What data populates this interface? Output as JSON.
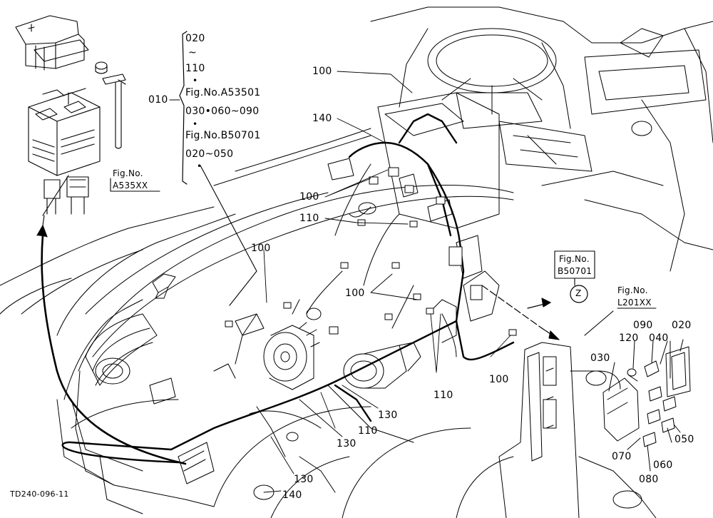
{
  "callouts": {
    "code_010": "010",
    "code_020a": "020",
    "tilde": "~",
    "code_110a": "110",
    "dot1": "•",
    "fig_a53501": "Fig.No.A53501",
    "seq1": "030•060~090",
    "dot2": "•",
    "fig_b50701": "Fig.No.B50701",
    "seq2": "020~050",
    "fig_a535_label": "Fig.No.",
    "fig_a535_code": "A535XX",
    "fig_z_label": "Fig.No.",
    "fig_z_code": "B50701",
    "z_mark": "Z",
    "fig_l201_label": "Fig.No.",
    "fig_l201_code": "L201XX"
  },
  "parts": {
    "p100_top": "100",
    "p140_top": "140",
    "p100_mid": "100",
    "p110_mid": "110",
    "p100_left": "100",
    "p100_center": "100",
    "p100_right": "100",
    "p110_right": "110",
    "p130_a": "130",
    "p110_low": "110",
    "p130_b": "130",
    "p130_c": "130",
    "p140_bottom": "140",
    "p120": "120",
    "p090": "090",
    "p040": "040",
    "p020": "020",
    "p030": "030",
    "p050": "050",
    "p070": "070",
    "p060": "060",
    "p080": "080"
  },
  "footer": {
    "drawing_code": "TD240-096-11"
  }
}
